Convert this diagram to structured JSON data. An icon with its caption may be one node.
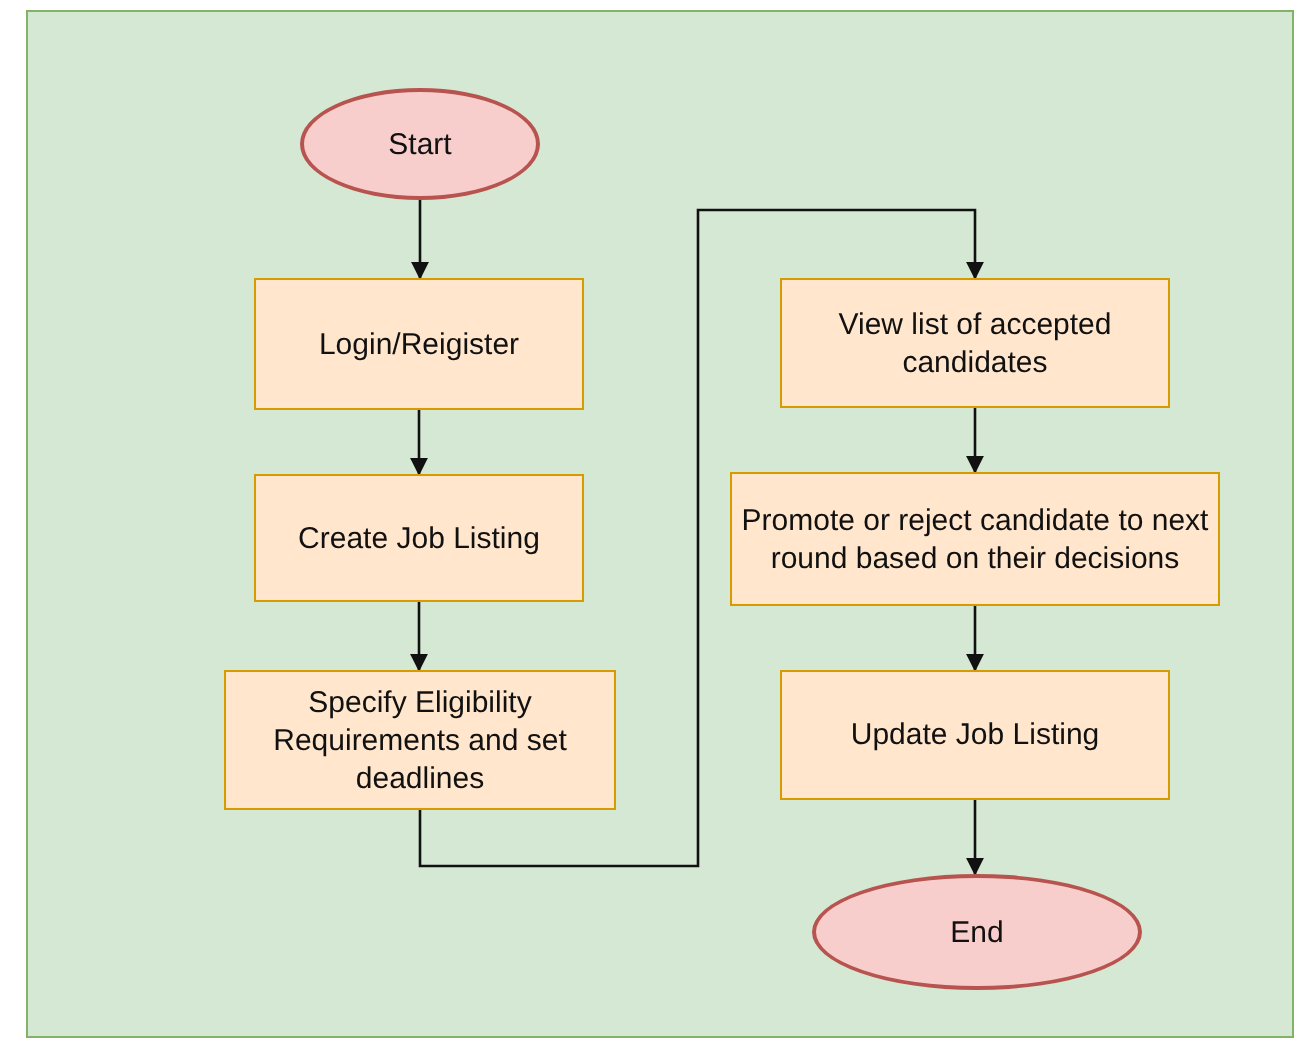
{
  "diagram": {
    "nodes": [
      {
        "text": [
          "Start"
        ]
      },
      {
        "text": [
          "Login/Reigister"
        ]
      },
      {
        "text": [
          "Create Job Listing"
        ]
      },
      {
        "text": [
          "Specify Eligibility Requirements and set deadlines"
        ]
      },
      {
        "text": [
          "View list of accepted candidates"
        ]
      },
      {
        "text": [
          "Promote or reject candidate to next round based on their decisions"
        ]
      },
      {
        "text": [
          "Update Job Listing"
        ]
      },
      {
        "text": [
          "End"
        ]
      }
    ],
    "edges": [
      {
        "from": 0,
        "to": 1,
        "arrow": "to"
      },
      {
        "from": 1,
        "to": 2,
        "arrow": "to"
      },
      {
        "from": 2,
        "to": 3,
        "arrow": "to"
      },
      {
        "from": 3,
        "to": 4,
        "arrow": "to"
      },
      {
        "from": 4,
        "to": 5,
        "arrow": "to"
      },
      {
        "from": 5,
        "to": 6,
        "arrow": "to"
      },
      {
        "from": 6,
        "to": 7,
        "arrow": "to"
      }
    ]
  }
}
